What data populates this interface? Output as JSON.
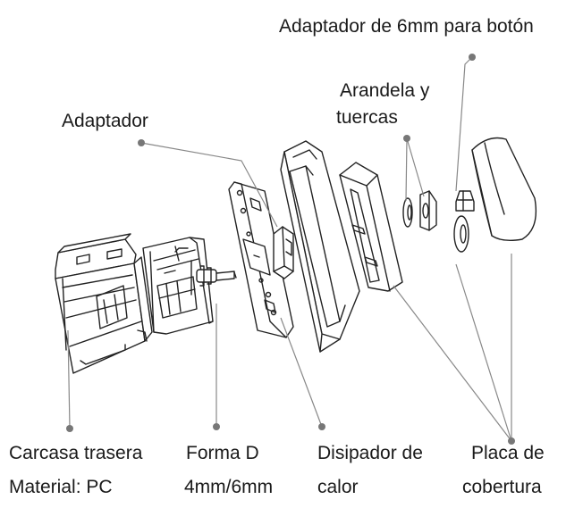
{
  "labels": {
    "button_adapter": "Adaptador de 6mm para botón",
    "washer_line1": "Arandela y",
    "washer_line2": "tuercas",
    "adapter": "Adaptador",
    "housing_line1": "Carcasa trasera",
    "housing_line2": "Material: PC",
    "dshape_line1": "Forma D",
    "dshape_line2": "4mm/6mm",
    "heatsink_line1": "Disipador de",
    "heatsink_line2": "calor",
    "cover_line1": "Placa de",
    "cover_line2": "cobertura"
  },
  "colors": {
    "line": "#222222",
    "leader": "#888888",
    "dot": "#777777",
    "text": "#1a1a1a"
  }
}
